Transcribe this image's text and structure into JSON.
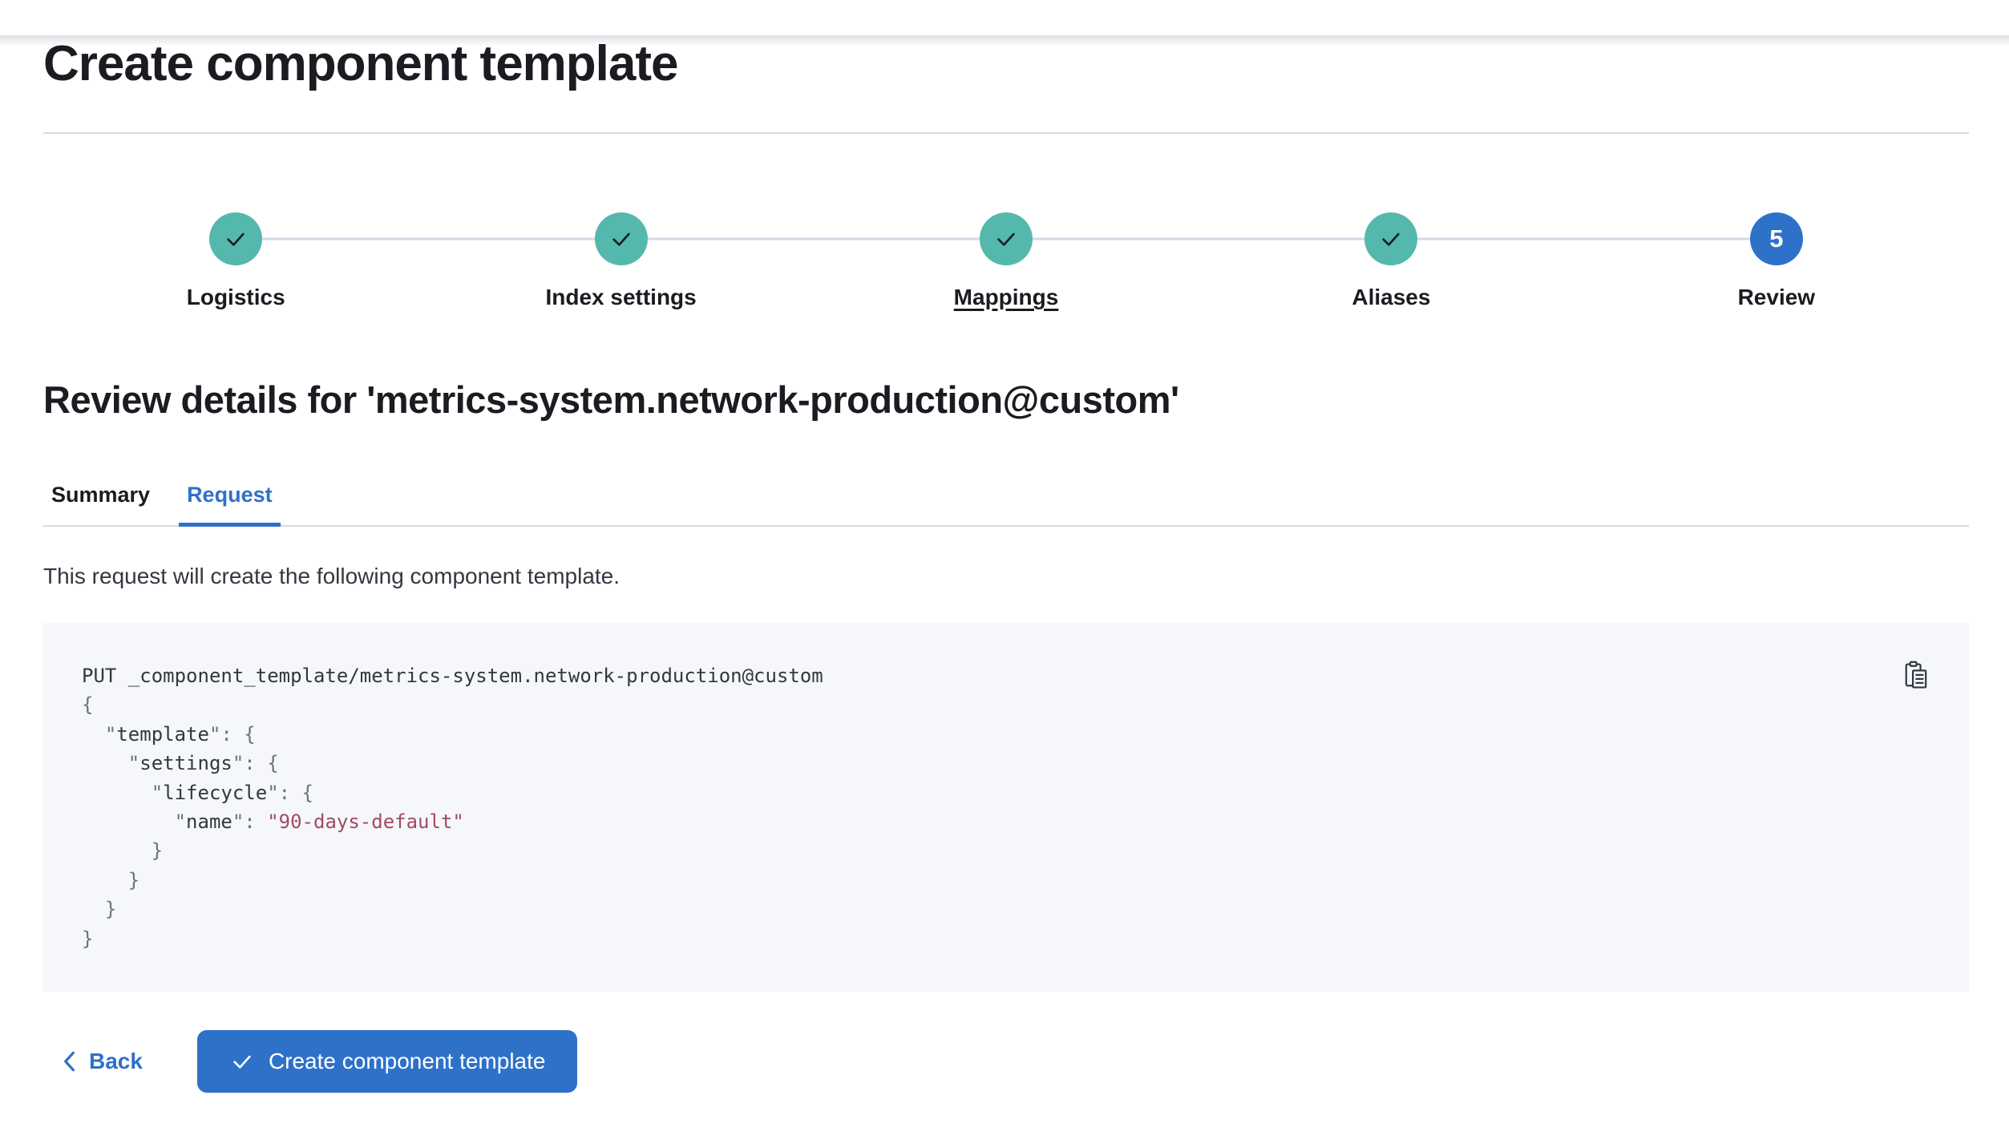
{
  "header": {
    "title": "Create component template"
  },
  "stepper": {
    "steps": [
      {
        "label": "Logistics",
        "status": "complete"
      },
      {
        "label": "Index settings",
        "status": "complete"
      },
      {
        "label": "Mappings",
        "status": "complete"
      },
      {
        "label": "Aliases",
        "status": "complete"
      },
      {
        "label": "Review",
        "status": "current",
        "number": "5"
      }
    ]
  },
  "review": {
    "heading": "Review details for 'metrics-system.network-production@custom'",
    "tabs": [
      {
        "label": "Summary",
        "active": false
      },
      {
        "label": "Request",
        "active": true
      }
    ],
    "description": "This request will create the following component template."
  },
  "code": {
    "copy_icon": "copy-clipboard-icon",
    "lines": [
      {
        "tokens": [
          {
            "c": "plain",
            "t": "PUT _component_template/metrics-system.network-production@custom"
          }
        ]
      },
      {
        "tokens": [
          {
            "c": "punct",
            "t": "{"
          }
        ]
      },
      {
        "tokens": [
          {
            "c": "punct",
            "t": "  \""
          },
          {
            "c": "key",
            "t": "template"
          },
          {
            "c": "punct",
            "t": "\": {"
          }
        ]
      },
      {
        "tokens": [
          {
            "c": "punct",
            "t": "    \""
          },
          {
            "c": "key",
            "t": "settings"
          },
          {
            "c": "punct",
            "t": "\": {"
          }
        ]
      },
      {
        "tokens": [
          {
            "c": "punct",
            "t": "      \""
          },
          {
            "c": "key",
            "t": "lifecycle"
          },
          {
            "c": "punct",
            "t": "\": {"
          }
        ]
      },
      {
        "tokens": [
          {
            "c": "punct",
            "t": "        \""
          },
          {
            "c": "key",
            "t": "name"
          },
          {
            "c": "punct",
            "t": "\": "
          },
          {
            "c": "str",
            "t": "\"90-days-default\""
          }
        ]
      },
      {
        "tokens": [
          {
            "c": "punct",
            "t": "      }"
          }
        ]
      },
      {
        "tokens": [
          {
            "c": "punct",
            "t": "    }"
          }
        ]
      },
      {
        "tokens": [
          {
            "c": "punct",
            "t": "  }"
          }
        ]
      },
      {
        "tokens": [
          {
            "c": "punct",
            "t": "}"
          }
        ]
      }
    ]
  },
  "footer": {
    "back_label": "Back",
    "create_button_label": "Create component template"
  },
  "colors": {
    "primary": "#2e71c9",
    "success": "#54b9ac",
    "border": "#d3dae6",
    "code_background": "#f5f7fa",
    "code_string": "#a34a63",
    "heading_text": "#1a1c21",
    "body_text": "#343741"
  }
}
